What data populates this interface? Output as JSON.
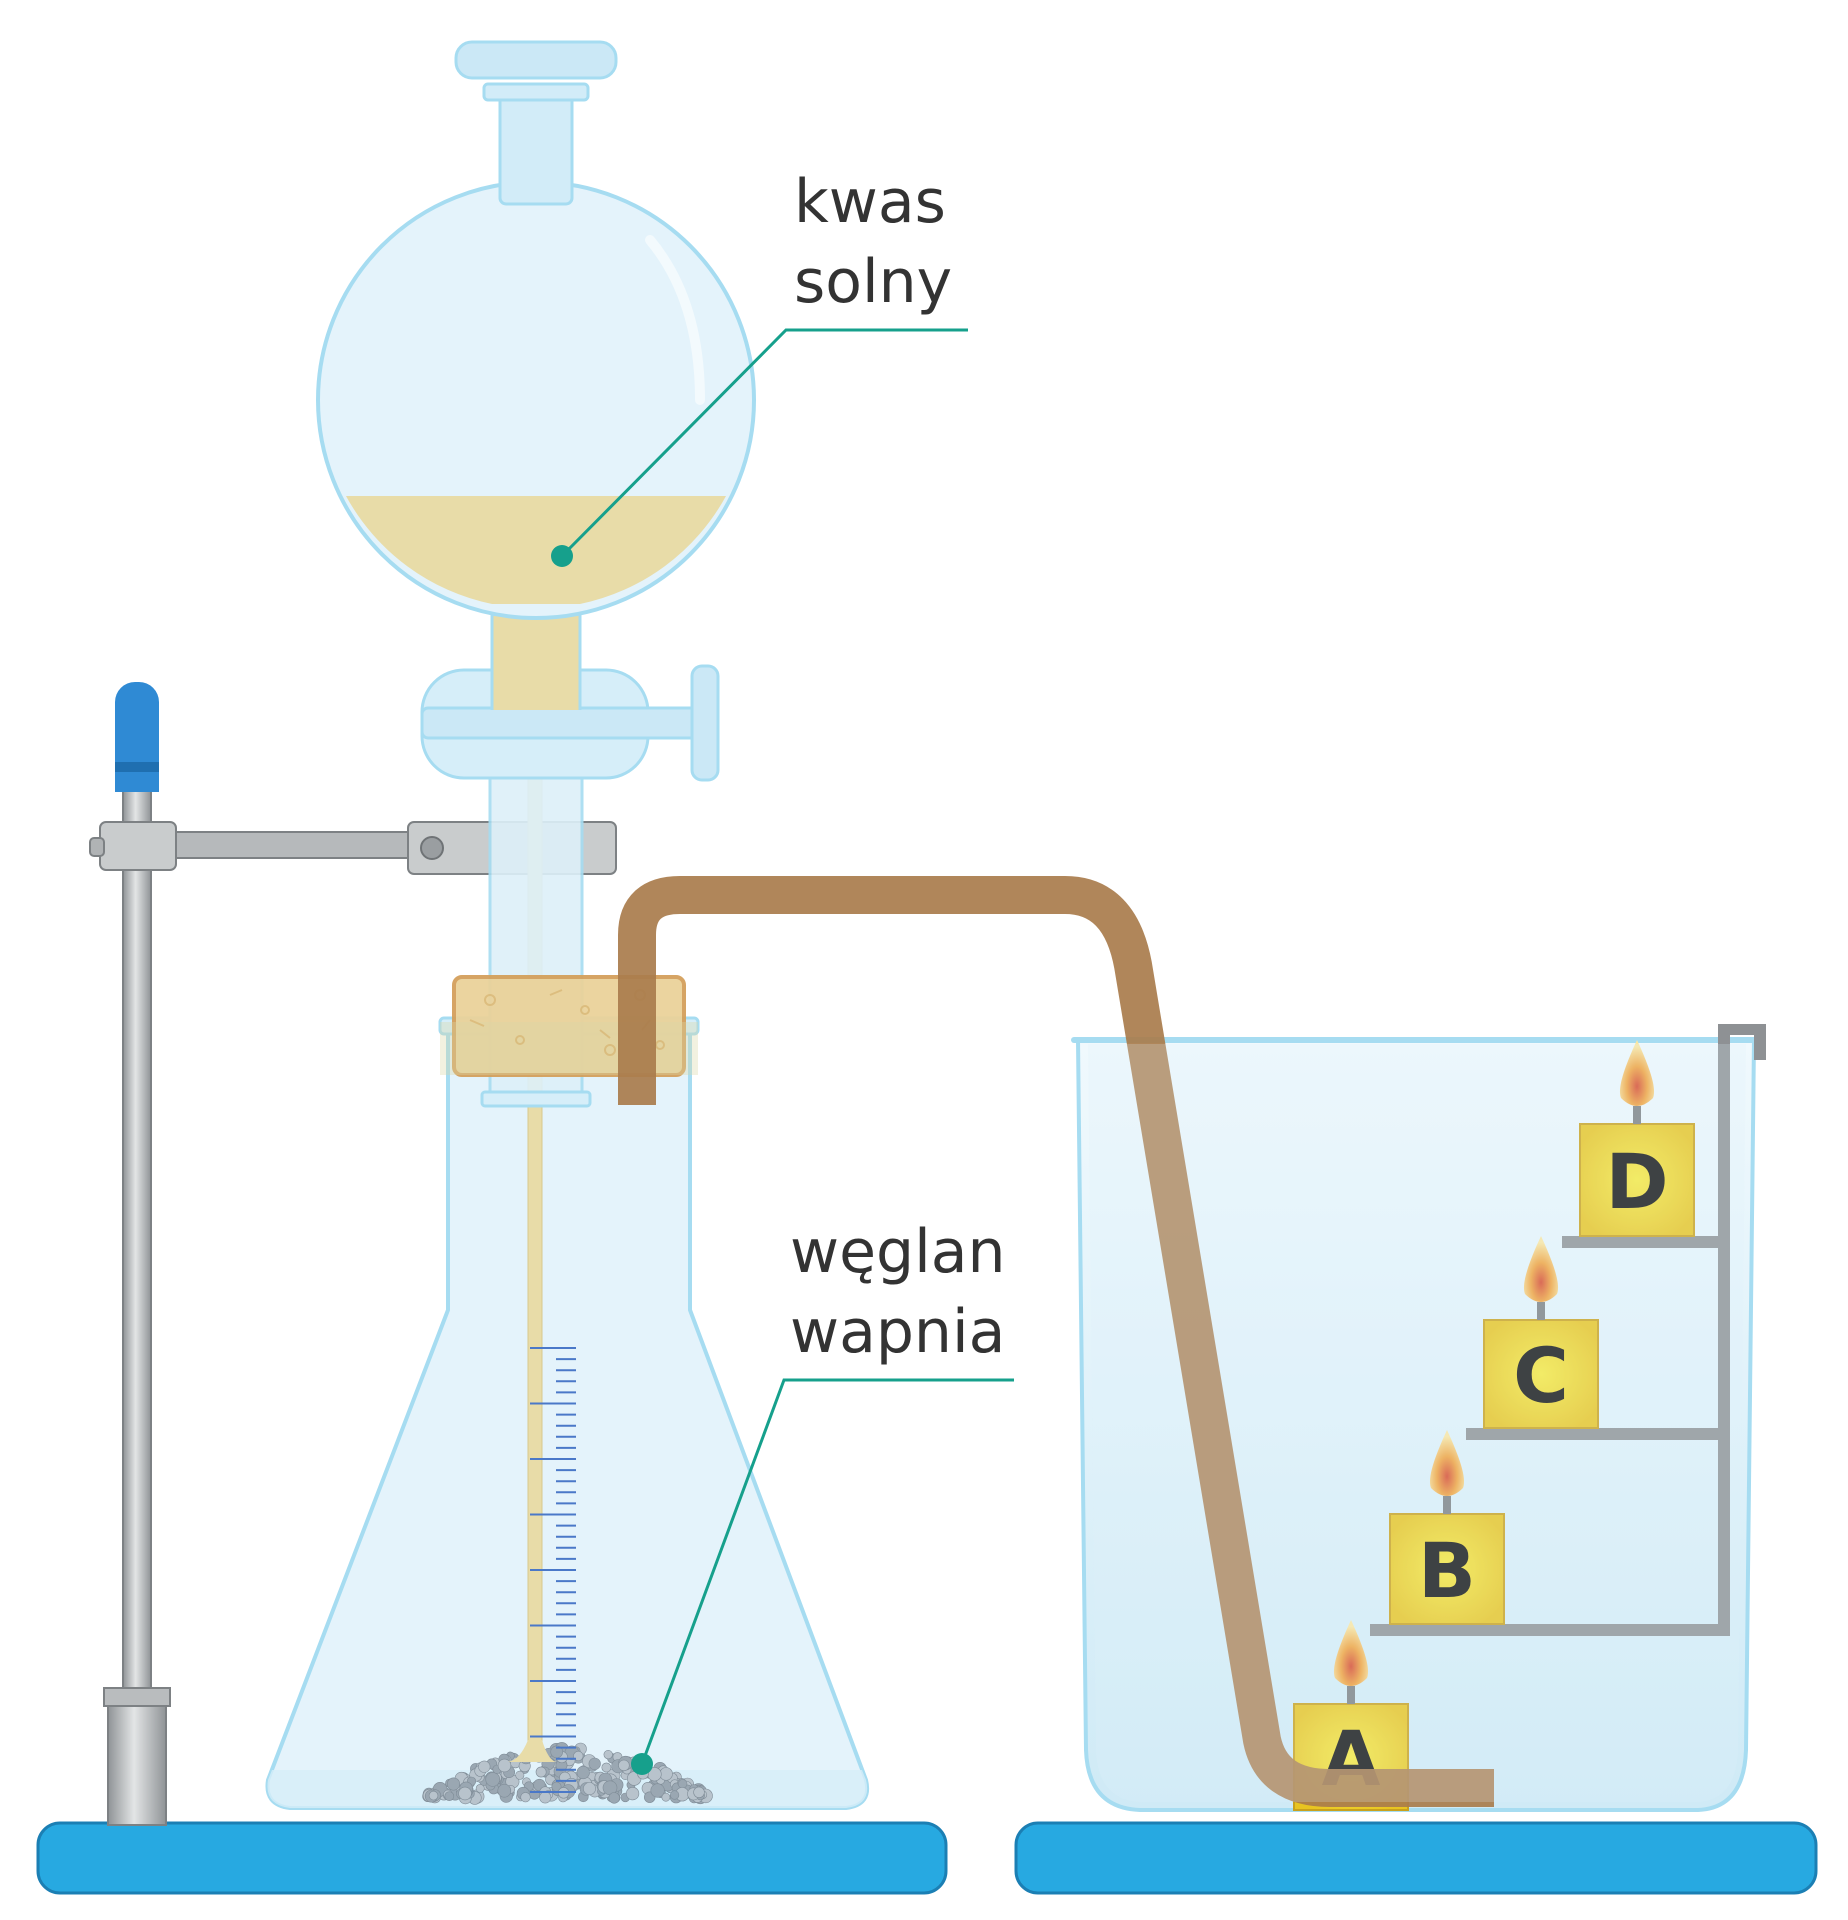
{
  "labels": {
    "acid_line1": "kwas",
    "acid_line2": "solny",
    "carbonate_line1": "węglan",
    "carbonate_line2": "wapnia"
  },
  "candles": [
    {
      "letter": "A"
    },
    {
      "letter": "B"
    },
    {
      "letter": "C"
    },
    {
      "letter": "D"
    }
  ],
  "colors": {
    "glass_fill": "#e4f3fb",
    "glass_stroke": "#a6dcf1",
    "acid": "#e8dca8",
    "tube": "#a97c4c",
    "cork": "#ead29a",
    "metal": "#9fa3a6",
    "base": "#27a9e1",
    "leader": "#16a08c",
    "candle": "#f2d22c"
  }
}
